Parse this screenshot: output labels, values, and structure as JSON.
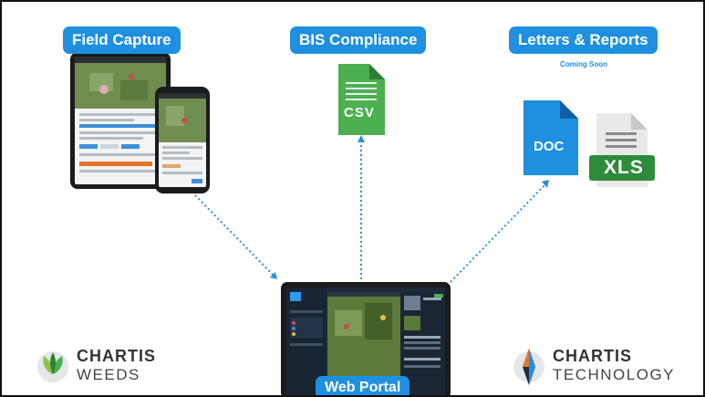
{
  "sections": {
    "field_capture": "Field Capture",
    "bis_compliance": "BIS Compliance",
    "letters_reports": "Letters & Reports",
    "coming_soon": "Coming Soon",
    "web_portal": "Web Portal"
  },
  "files": {
    "csv": "CSV",
    "doc": "DOC",
    "xls": "XLS"
  },
  "brands": {
    "left_line1": "CHARTIS",
    "left_line2": "WEEDS",
    "right_line1": "CHARTIS",
    "right_line2": "TECHNOLOGY"
  },
  "colors": {
    "accent": "#1f8fe0",
    "csv_green": "#4caf50",
    "doc_blue": "#1f8fe0",
    "xls_green": "#2e8b3a",
    "connector": "#2a8fd8"
  }
}
